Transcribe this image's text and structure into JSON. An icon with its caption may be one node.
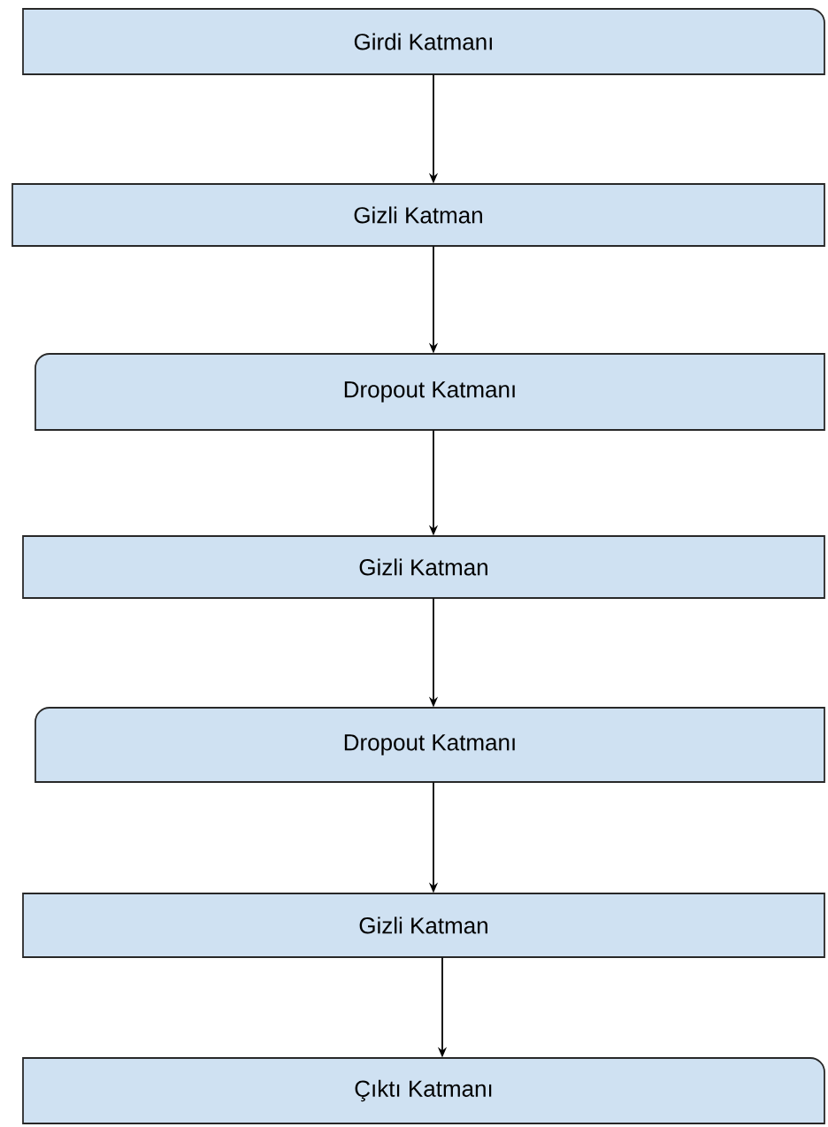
{
  "diagram": {
    "nodes": [
      {
        "text": [
          "Girdi Katmanı"
        ]
      },
      {
        "text": [
          "Gizli Katman"
        ]
      },
      {
        "text": [
          "Dropout Katmanı"
        ]
      },
      {
        "text": [
          "Gizli Katman"
        ]
      },
      {
        "text": [
          "Dropout Katmanı"
        ]
      },
      {
        "text": [
          "Gizli Katman"
        ]
      },
      {
        "text": [
          "Çıktı Katmanı"
        ]
      }
    ],
    "edges": [
      {
        "from": 0,
        "to": 1,
        "arrow": "to"
      },
      {
        "from": 1,
        "to": 2,
        "arrow": "to"
      },
      {
        "from": 2,
        "to": 3,
        "arrow": "to"
      },
      {
        "from": 3,
        "to": 4,
        "arrow": "to"
      },
      {
        "from": 4,
        "to": 5,
        "arrow": "to"
      },
      {
        "from": 5,
        "to": 6,
        "arrow": "to"
      }
    ]
  }
}
